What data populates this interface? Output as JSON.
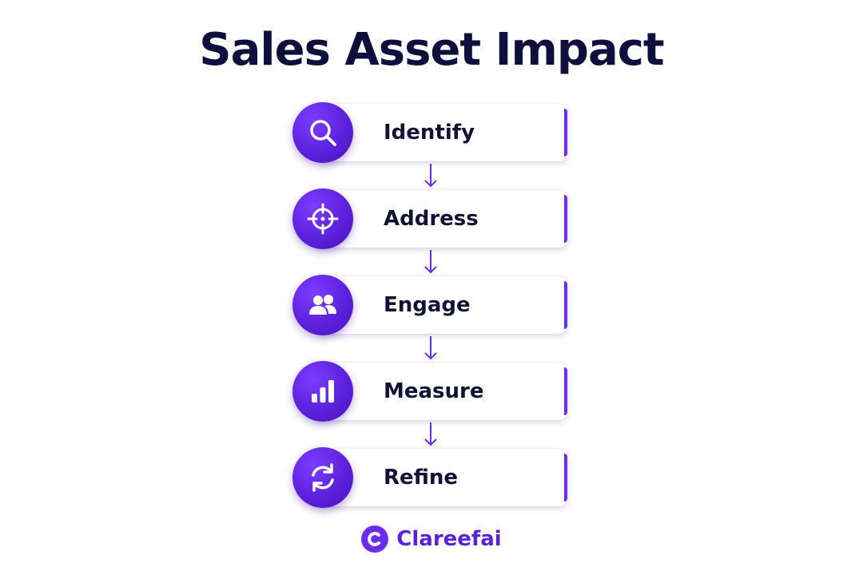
{
  "title": "Sales Asset Impact",
  "steps": [
    {
      "label": "Identify",
      "icon": "search-icon"
    },
    {
      "label": "Address",
      "icon": "target-icon"
    },
    {
      "label": "Engage",
      "icon": "users-icon"
    },
    {
      "label": "Measure",
      "icon": "bar-chart-icon"
    },
    {
      "label": "Refine",
      "icon": "refresh-icon"
    }
  ],
  "brand": {
    "name": "Clareefai",
    "icon": "clareefai-logo-icon"
  },
  "colors": {
    "accent": "#6a2cf0",
    "title": "#0f0f3d",
    "text": "#111235"
  }
}
